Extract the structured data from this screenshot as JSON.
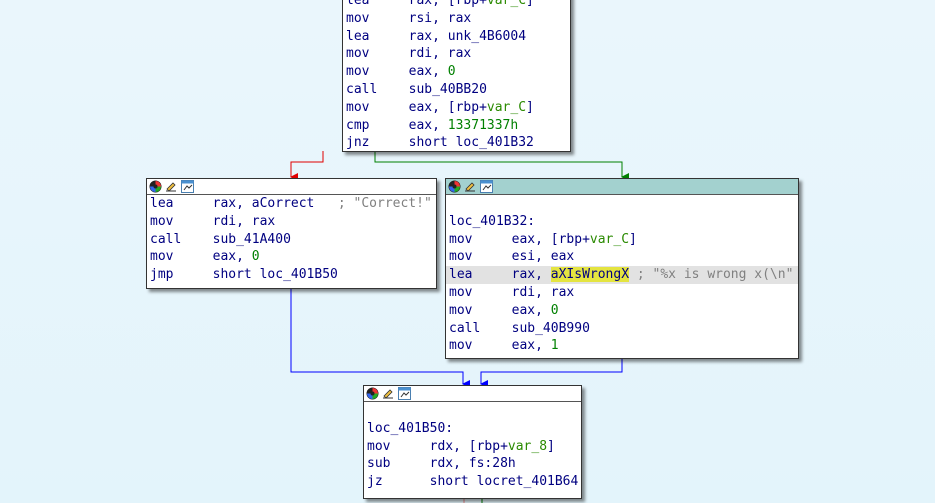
{
  "colors": {
    "background": "#e6f5fc",
    "selected_header": "#a3d1cf",
    "true_edge": "#008000",
    "false_edge": "#e00000",
    "jump_edge": "#0000ff",
    "highlight": "#e4e440"
  },
  "blocks": [
    {
      "id": "top",
      "selected": false,
      "header": false,
      "lines": [
        {
          "mn": "lea",
          "ops": [
            [
              "m",
              "rax, ["
            ],
            [
              "m",
              "rbp+"
            ],
            [
              "v",
              "var_C"
            ],
            [
              "m",
              "]"
            ]
          ]
        },
        {
          "mn": "mov",
          "ops": [
            [
              "m",
              "rsi, rax"
            ]
          ]
        },
        {
          "mn": "lea",
          "ops": [
            [
              "m",
              "rax, unk_4B6004"
            ]
          ]
        },
        {
          "mn": "mov",
          "ops": [
            [
              "m",
              "rdi, rax"
            ]
          ]
        },
        {
          "mn": "mov",
          "ops": [
            [
              "m",
              "eax, "
            ],
            [
              "n",
              "0"
            ]
          ]
        },
        {
          "mn": "call",
          "ops": [
            [
              "m",
              "sub_40BB20"
            ]
          ]
        },
        {
          "mn": "mov",
          "ops": [
            [
              "m",
              "eax, [rbp+"
            ],
            [
              "v",
              "var_C"
            ],
            [
              "m",
              "]"
            ]
          ]
        },
        {
          "mn": "cmp",
          "ops": [
            [
              "m",
              "eax, "
            ],
            [
              "n",
              "13371337h"
            ]
          ]
        },
        {
          "mn": "jnz",
          "ops": [
            [
              "m",
              "short loc_401B32"
            ]
          ]
        }
      ]
    },
    {
      "id": "correct",
      "selected": false,
      "header": true,
      "lines": [
        {
          "mn": "lea",
          "ops": [
            [
              "m",
              "rax, aCorrect   "
            ],
            [
              "c",
              "; \"Correct!\""
            ]
          ]
        },
        {
          "mn": "mov",
          "ops": [
            [
              "m",
              "rdi, rax"
            ]
          ]
        },
        {
          "mn": "call",
          "ops": [
            [
              "m",
              "sub_41A400"
            ]
          ]
        },
        {
          "mn": "mov",
          "ops": [
            [
              "m",
              "eax, "
            ],
            [
              "n",
              "0"
            ]
          ]
        },
        {
          "mn": "jmp",
          "ops": [
            [
              "m",
              "short loc_401B50"
            ]
          ]
        }
      ]
    },
    {
      "id": "wrong",
      "selected": true,
      "header": true,
      "lines": [
        {
          "label": ""
        },
        {
          "label": "loc_401B32:"
        },
        {
          "mn": "mov",
          "ops": [
            [
              "m",
              "eax, [rbp+"
            ],
            [
              "v",
              "var_C"
            ],
            [
              "m",
              "]"
            ]
          ]
        },
        {
          "mn": "mov",
          "ops": [
            [
              "m",
              "esi, eax"
            ]
          ]
        },
        {
          "mn": "lea",
          "hl": true,
          "ops": [
            [
              "m",
              "rax, "
            ],
            [
              "y",
              "aXIsWrongX"
            ],
            [
              "c",
              " ; \"%x is wrong x(\\n\""
            ]
          ]
        },
        {
          "mn": "mov",
          "ops": [
            [
              "m",
              "rdi, rax"
            ]
          ]
        },
        {
          "mn": "mov",
          "ops": [
            [
              "m",
              "eax, "
            ],
            [
              "n",
              "0"
            ]
          ]
        },
        {
          "mn": "call",
          "ops": [
            [
              "m",
              "sub_40B990"
            ]
          ]
        },
        {
          "mn": "mov",
          "ops": [
            [
              "m",
              "eax, "
            ],
            [
              "n",
              "1"
            ]
          ]
        }
      ]
    },
    {
      "id": "end",
      "selected": false,
      "header": true,
      "lines": [
        {
          "label": ""
        },
        {
          "label": "loc_401B50:"
        },
        {
          "mn": "mov",
          "ops": [
            [
              "m",
              "rdx, [rbp+"
            ],
            [
              "v",
              "var_8"
            ],
            [
              "m",
              "]"
            ]
          ]
        },
        {
          "mn": "sub",
          "ops": [
            [
              "m",
              "rdx, fs:28h"
            ]
          ]
        },
        {
          "mn": "jz",
          "ops": [
            [
              "m",
              "short locret_401B64"
            ]
          ]
        }
      ]
    }
  ]
}
